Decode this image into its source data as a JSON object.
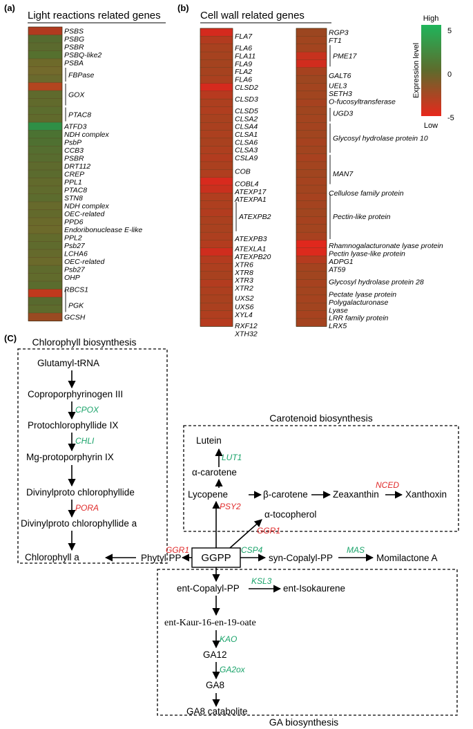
{
  "panel_a": {
    "label": "(a)",
    "title": "Light reactions related genes",
    "rows": [
      {
        "c": "#b03a1f"
      },
      {
        "c": "#556b2f"
      },
      {
        "c": "#5b6a2e"
      },
      {
        "c": "#55702e"
      },
      {
        "c": "#6e6a2a"
      },
      {
        "c": "#736a2c"
      },
      {
        "c": "#6a6a2d"
      },
      {
        "c": "#b3451f"
      },
      {
        "c": "#5f6a2d"
      },
      {
        "c": "#616a2c"
      },
      {
        "c": "#5c6d2e"
      },
      {
        "c": "#606a2c"
      },
      {
        "c": "#2f8f46"
      },
      {
        "c": "#4b7232"
      },
      {
        "c": "#4f7031"
      },
      {
        "c": "#556e30"
      },
      {
        "c": "#586c2f"
      },
      {
        "c": "#5e6a2d"
      },
      {
        "c": "#5b6b2e"
      },
      {
        "c": "#626a2c"
      },
      {
        "c": "#606b2d"
      },
      {
        "c": "#5c6c2e"
      },
      {
        "c": "#676a2c"
      },
      {
        "c": "#636a2c"
      },
      {
        "c": "#6a6a2b"
      },
      {
        "c": "#6c6a2b"
      },
      {
        "c": "#626b2c"
      },
      {
        "c": "#5f6b2d"
      },
      {
        "c": "#656a2c"
      },
      {
        "c": "#6b6a2b"
      },
      {
        "c": "#5f6b2d"
      },
      {
        "c": "#616b2c"
      },
      {
        "c": "#5a6c2e"
      },
      {
        "c": "#c0381d"
      },
      {
        "c": "#58692e"
      },
      {
        "c": "#5d6b2d"
      },
      {
        "c": "#9a4a22"
      }
    ],
    "labels": [
      {
        "t": "PSBS",
        "r": 0
      },
      {
        "t": "PSBG",
        "r": 1
      },
      {
        "t": "PSBR",
        "r": 2
      },
      {
        "t": "PSBQ-like2",
        "r": 3
      },
      {
        "t": "PSBA",
        "r": 4
      },
      {
        "t": "FBPase",
        "r": 5.5,
        "b": [
          5,
          6
        ]
      },
      {
        "t": "GOX",
        "r": 8,
        "b": [
          7,
          9
        ]
      },
      {
        "t": "PTAC8",
        "r": 10.5,
        "b": [
          10,
          11
        ]
      },
      {
        "t": "ATFD3",
        "r": 12
      },
      {
        "t": "NDH complex",
        "r": 13
      },
      {
        "t": "PsbP",
        "r": 14
      },
      {
        "t": "CCB3",
        "r": 15
      },
      {
        "t": "PSBR",
        "r": 16
      },
      {
        "t": "DRT112",
        "r": 17
      },
      {
        "t": "CREP",
        "r": 18
      },
      {
        "t": "PPL1",
        "r": 19
      },
      {
        "t": "PTAC8",
        "r": 20
      },
      {
        "t": "STN8",
        "r": 21
      },
      {
        "t": "NDH complex",
        "r": 22
      },
      {
        "t": "OEC-related",
        "r": 23
      },
      {
        "t": "PPD6",
        "r": 24
      },
      {
        "t": "Endoribonuclease E-like",
        "r": 25
      },
      {
        "t": "PPL2",
        "r": 26
      },
      {
        "t": "Psb27",
        "r": 27
      },
      {
        "t": "LCHA6",
        "r": 28
      },
      {
        "t": "OEC-related",
        "r": 29
      },
      {
        "t": "Psb27",
        "r": 30
      },
      {
        "t": "OHP",
        "r": 31
      },
      {
        "t": "RBCS1",
        "r": 32.5
      },
      {
        "t": "PGK",
        "r": 34.5,
        "b": [
          33,
          35
        ]
      },
      {
        "t": "GCSH",
        "r": 36
      }
    ]
  },
  "panel_b": {
    "label": "(b)",
    "title": "Cell wall related genes",
    "col1": {
      "rows": [
        {
          "c": "#d42a1e"
        },
        {
          "c": "#b23b1f"
        },
        {
          "c": "#a8411f"
        },
        {
          "c": "#a6421f"
        },
        {
          "c": "#a4431f"
        },
        {
          "c": "#a6421f"
        },
        {
          "c": "#ab401f"
        },
        {
          "c": "#d62a1e"
        },
        {
          "c": "#b73a1f"
        },
        {
          "c": "#ad3f1f"
        },
        {
          "c": "#b03e1f"
        },
        {
          "c": "#a8411f"
        },
        {
          "c": "#aa401f"
        },
        {
          "c": "#ac401f"
        },
        {
          "c": "#a9411f"
        },
        {
          "c": "#ae3f1f"
        },
        {
          "c": "#b23c1f"
        },
        {
          "c": "#ab401f"
        },
        {
          "c": "#b03e1f"
        },
        {
          "c": "#d82a1e"
        },
        {
          "c": "#c9301e"
        },
        {
          "c": "#b03e1f"
        },
        {
          "c": "#ae3f1f"
        },
        {
          "c": "#b23c1f"
        },
        {
          "c": "#ab401f"
        },
        {
          "c": "#a9411f"
        },
        {
          "c": "#ad3f1f"
        },
        {
          "c": "#b33c1f"
        },
        {
          "c": "#cf2d1e"
        },
        {
          "c": "#b43b1f"
        },
        {
          "c": "#ad3f1f"
        },
        {
          "c": "#a8411f"
        },
        {
          "c": "#b33c1f"
        },
        {
          "c": "#ad3f1f"
        },
        {
          "c": "#a9411f"
        },
        {
          "c": "#ab401f"
        },
        {
          "c": "#b03e1f"
        },
        {
          "c": "#b63b1f"
        }
      ],
      "labels": [
        {
          "t": "FLA7",
          "r": 0.5
        },
        {
          "t": "FLA6",
          "r": 2
        },
        {
          "t": "FLA11",
          "r": 3
        },
        {
          "t": "FLA9",
          "r": 4
        },
        {
          "t": "FLA2",
          "r": 5
        },
        {
          "t": "FLA6",
          "r": 6
        },
        {
          "t": "CLSD2",
          "r": 7
        },
        {
          "t": "CLSD3",
          "r": 8.5
        },
        {
          "t": "CLSD5",
          "r": 10
        },
        {
          "t": "CLSA2",
          "r": 11
        },
        {
          "t": "CLSA4",
          "r": 12
        },
        {
          "t": "CLSA1",
          "r": 13
        },
        {
          "t": "CLSA6",
          "r": 14
        },
        {
          "t": "CLSA3",
          "r": 15
        },
        {
          "t": "CSLA9",
          "r": 16
        },
        {
          "t": "COB",
          "r": 17.7
        },
        {
          "t": "COBL4",
          "r": 19.3
        },
        {
          "t": "ATEXP17",
          "r": 20.3
        },
        {
          "t": "ATEXPA1",
          "r": 21.3
        },
        {
          "t": "ATEXPB2",
          "r": 23.5,
          "b": [
            22,
            25
          ]
        },
        {
          "t": "ATEXPB3",
          "r": 26.3
        },
        {
          "t": "ATEXLA1",
          "r": 27.6
        },
        {
          "t": "ATEXPB20",
          "r": 28.6
        },
        {
          "t": "XTR6",
          "r": 29.6
        },
        {
          "t": "XTR8",
          "r": 30.6
        },
        {
          "t": "XTR3",
          "r": 31.6
        },
        {
          "t": "XTR2",
          "r": 32.6
        },
        {
          "t": "UXS2",
          "r": 33.9
        },
        {
          "t": "UXS6",
          "r": 35
        },
        {
          "t": "XYL4",
          "r": 36
        },
        {
          "t": "RXF12",
          "r": 37.4
        },
        {
          "t": "XTH32",
          "r": 38.4
        }
      ]
    },
    "col2": {
      "rows": [
        {
          "c": "#9c4620"
        },
        {
          "c": "#a1451f"
        },
        {
          "c": "#a3441f"
        },
        {
          "c": "#c7321e"
        },
        {
          "c": "#d12c1e"
        },
        {
          "c": "#a6421f"
        },
        {
          "c": "#9e4620"
        },
        {
          "c": "#a3441f"
        },
        {
          "c": "#a1451f"
        },
        {
          "c": "#a6421f"
        },
        {
          "c": "#a0451f"
        },
        {
          "c": "#a3441f"
        },
        {
          "c": "#a4431f"
        },
        {
          "c": "#a1451f"
        },
        {
          "c": "#a6421f"
        },
        {
          "c": "#a2441f"
        },
        {
          "c": "#a8411f"
        },
        {
          "c": "#a3441f"
        },
        {
          "c": "#a1451f"
        },
        {
          "c": "#a5431f"
        },
        {
          "c": "#a2441f"
        },
        {
          "c": "#a7421f"
        },
        {
          "c": "#a4431f"
        },
        {
          "c": "#a1451f"
        },
        {
          "c": "#a6421f"
        },
        {
          "c": "#a3441f"
        },
        {
          "c": "#a9411f"
        },
        {
          "c": "#e0281d"
        },
        {
          "c": "#dc2a1d"
        },
        {
          "c": "#b53b1f"
        },
        {
          "c": "#a4431f"
        },
        {
          "c": "#a1451f"
        },
        {
          "c": "#a6421f"
        },
        {
          "c": "#a3441f"
        },
        {
          "c": "#a5431f"
        },
        {
          "c": "#a2441f"
        },
        {
          "c": "#a7421f"
        },
        {
          "c": "#a4431f"
        }
      ],
      "labels": [
        {
          "t": "RGP3",
          "r": 0
        },
        {
          "t": "FT1",
          "r": 1
        },
        {
          "t": "PME17",
          "r": 3,
          "b": [
            2,
            4
          ]
        },
        {
          "t": "GALT6",
          "r": 5.5
        },
        {
          "t": "UEL3",
          "r": 6.8
        },
        {
          "t": "SETH3",
          "r": 7.8
        },
        {
          "t": "O-fucosyltransferase",
          "r": 8.8
        },
        {
          "t": "UGD3",
          "r": 10.3,
          "b": [
            10,
            11
          ]
        },
        {
          "t": "Glycosyl hydrolase protein 10",
          "r": 13.5,
          "b": [
            12,
            15
          ]
        },
        {
          "t": "MAN7",
          "r": 18,
          "b": [
            16,
            19
          ]
        },
        {
          "t": "Cellulose family protein",
          "r": 20.5
        },
        {
          "t": "Pectin-like protein",
          "r": 23.5,
          "b": [
            21,
            26
          ]
        },
        {
          "t": "Rhamnogalacturonate lyase protein",
          "r": 27.2
        },
        {
          "t": "Pectin lyase-like protein",
          "r": 28.2
        },
        {
          "t": "ADPG1",
          "r": 29.2
        },
        {
          "t": "AT59",
          "r": 30.2
        },
        {
          "t": "Glycosyl hydrolase protein 28",
          "r": 31.8
        },
        {
          "t": "Pectate lyase protein",
          "r": 33.4
        },
        {
          "t": "Polygalacturonase",
          "r": 34.4
        },
        {
          "t": "Lyase",
          "r": 35.4
        },
        {
          "t": "LRR family protein",
          "r": 36.4
        },
        {
          "t": "LRX5",
          "r": 37.4
        }
      ]
    }
  },
  "legend": {
    "high": "High",
    "low": "Low",
    "title": "Expression level",
    "ticks": [
      {
        "v": 5,
        "t": "5"
      },
      {
        "v": 0,
        "t": "0"
      },
      {
        "v": -5,
        "t": "-5"
      }
    ],
    "colors": [
      "#1fb55b",
      "#5e6b2c",
      "#e8281c"
    ]
  },
  "panel_c": {
    "label": "(C)",
    "chlorophyll": {
      "title": "Chlorophyll biosynthesis",
      "nodes": [
        "Glutamyl-tRNA",
        "Coproporphyrinogen III",
        "Protochlorophyllide IX",
        "Mg-protoporphyrin IX",
        "Divinylproto chlorophyllide",
        "Divinylproto chlorophyllide  a",
        "Chlorophyll  a"
      ],
      "enzymes": [
        {
          "t": "CPOX",
          "color": "green"
        },
        {
          "t": "CHLI",
          "color": "green"
        },
        {
          "t": "PORA",
          "color": "red"
        }
      ]
    },
    "carotenoid": {
      "title": "Carotenoid biosynthesis",
      "nodes": {
        "lutein": "Lutein",
        "acarotene": "α-carotene",
        "lycopene": "Lycopene",
        "bcarotene": "β-carotene",
        "zeaxanthin": "Zeaxanthin",
        "xanthoxin": "Xanthoxin",
        "tocopherol": "α-tocopherol"
      },
      "enzymes": {
        "lut1": "LUT1",
        "nced": "NCED",
        "psy2": "PSY2",
        "ggr1": "GGR1"
      }
    },
    "center": {
      "ggpp": "GGPP",
      "phytyl": "Phytyl PP",
      "ggr1": "GGR1",
      "csp4": "CSP4",
      "syn": "syn-Copalyl-PP",
      "mas": "MAS",
      "momilactone": "Momilactone A"
    },
    "ga": {
      "title": "GA biosynthesis",
      "nodes": {
        "entcopalyl": "ent-Copalyl-PP",
        "isokaurene": "ent-Isokaurene",
        "kaur": "ent-Kaur-16-en-19-oate",
        "ga12": "GA12",
        "ga8": "GA8",
        "catabolite": "GA8 catabolite"
      },
      "enzymes": {
        "ksl3": "KSL3",
        "kao": "KAO",
        "ga2ox": "GA2ox"
      }
    }
  }
}
